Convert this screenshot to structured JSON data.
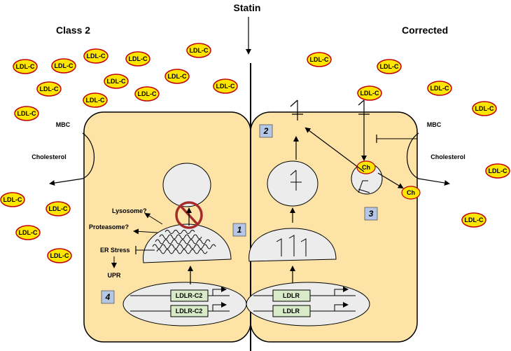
{
  "title": "Statin",
  "left_panel": {
    "title": "Class 2",
    "mbc_label": "MBC",
    "cholesterol_label": "Cholesterol",
    "lysosome_label": "Lysosome?",
    "proteasome_label": "Proteasome?",
    "er_stress_label": "ER Stress",
    "upr_label": "UPR",
    "genes": [
      "LDLR-C2",
      "LDLR-C2"
    ],
    "box_number": "1",
    "nucleus_number": "4"
  },
  "right_panel": {
    "title": "Corrected",
    "mbc_label": "MBC",
    "cholesterol_label": "Cholesterol",
    "genes": [
      "LDLR",
      "LDLR"
    ],
    "golgi_number": "2",
    "endosome_number": "3",
    "ch_label": "Ch"
  },
  "ldl_label": "LDL-C",
  "colors": {
    "cell_fill": "#fde3a6",
    "ldl_fill": "#ffe600",
    "ldl_stroke": "#c00000",
    "organelle_fill": "#ececec",
    "gene_fill": "#d8eac8",
    "number_box_fill": "#b4c7e7",
    "prohibit_color": "#a52a2a"
  }
}
